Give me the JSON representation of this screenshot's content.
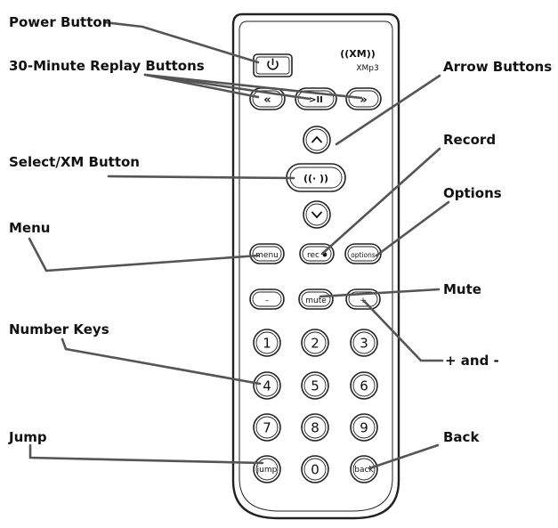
{
  "remote": {
    "logo": "((XM))",
    "model": "XMp3",
    "buttons": {
      "power": "⏻",
      "rewind": "«",
      "play_pause": ">II",
      "forward": "»",
      "up": "⌃",
      "select": "((· ))",
      "down": "⌄",
      "menu": "menu",
      "rec": "rec",
      "options": "options",
      "minus": "–",
      "mute": "mute",
      "plus": "+",
      "num_1": "1",
      "num_2": "2",
      "num_3": "3",
      "num_4": "4",
      "num_5": "5",
      "num_6": "6",
      "num_7": "7",
      "num_8": "8",
      "num_9": "9",
      "jump": "jump",
      "num_0": "0",
      "back": "back"
    }
  },
  "callouts": {
    "power_button": "Power Button",
    "replay_buttons": "30-Minute Replay Buttons",
    "arrow_buttons": "Arrow Buttons",
    "record": "Record",
    "select_xm_button": "Select/XM Button",
    "options": "Options",
    "menu": "Menu",
    "mute": "Mute",
    "number_keys": "Number Keys",
    "plus_minus": "+ and -",
    "jump": "Jump",
    "back": "Back"
  },
  "colors": {
    "outline": "#222222",
    "leader_line": "#555555",
    "label_text": "#111111",
    "background": "#ffffff"
  }
}
